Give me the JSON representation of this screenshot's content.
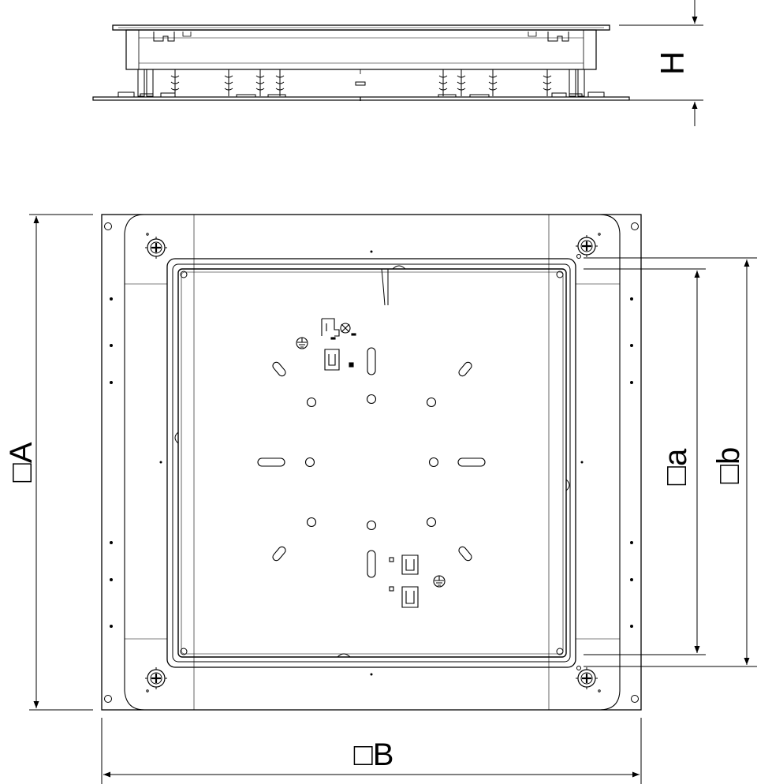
{
  "colors": {
    "line": "#000000",
    "background": "#ffffff"
  },
  "labels": {
    "height": "H",
    "outer_length": "□A",
    "outer_width": "□B",
    "inner_opening_a": "□a",
    "inner_opening_b": "□b"
  }
}
